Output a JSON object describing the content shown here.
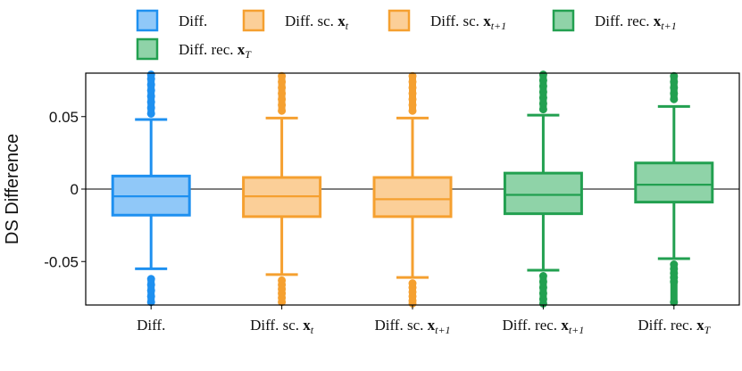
{
  "chart_data": {
    "type": "box",
    "ylabel": "DS Difference",
    "xlabel": "",
    "ylim": [
      -0.08,
      0.08
    ],
    "yticks": [
      0.05,
      0,
      -0.05
    ],
    "ytick_labels": [
      "0.05",
      "0",
      "-0.05"
    ],
    "zero_line": 0,
    "legend_placement": "top",
    "categories": [
      {
        "main": "Diff.",
        "vec": "",
        "sub": ""
      },
      {
        "main": "Diff. sc. ",
        "vec": "x",
        "sub": "t"
      },
      {
        "main": "Diff. sc. ",
        "vec": "x",
        "sub": "t+1"
      },
      {
        "main": "Diff. rec. ",
        "vec": "x",
        "sub": "t+1"
      },
      {
        "main": "Diff. rec. ",
        "vec": "x",
        "sub": "T"
      }
    ],
    "series": [
      {
        "name": "Diff.",
        "color": "#1e90f0",
        "fill": "#90c8f8",
        "whisker_low": -0.055,
        "q1": -0.018,
        "median": -0.005,
        "q3": 0.009,
        "whisker_high": 0.048,
        "outliers_high": [
          0.052,
          0.056,
          0.06,
          0.064,
          0.068,
          0.072,
          0.076,
          0.079
        ],
        "outliers_low": [
          -0.062,
          -0.066,
          -0.07,
          -0.074,
          -0.078
        ]
      },
      {
        "name": "Diff. sc. x_t",
        "color": "#f5a030",
        "fill": "#fbcf98",
        "whisker_low": -0.059,
        "q1": -0.019,
        "median": -0.005,
        "q3": 0.008,
        "whisker_high": 0.049,
        "outliers_high": [
          0.054,
          0.058,
          0.062,
          0.066,
          0.07,
          0.074,
          0.078
        ],
        "outliers_low": [
          -0.063,
          -0.066,
          -0.069,
          -0.072,
          -0.075,
          -0.078
        ]
      },
      {
        "name": "Diff. sc. x_{t+1}",
        "color": "#f5a030",
        "fill": "#fbcf98",
        "whisker_low": -0.061,
        "q1": -0.019,
        "median": -0.007,
        "q3": 0.008,
        "whisker_high": 0.049,
        "outliers_high": [
          0.054,
          0.058,
          0.062,
          0.066,
          0.07,
          0.074,
          0.078
        ],
        "outliers_low": [
          -0.065,
          -0.068,
          -0.071,
          -0.074,
          -0.077,
          -0.079
        ]
      },
      {
        "name": "Diff. rec. x_{t+1}",
        "color": "#22a050",
        "fill": "#8fd3a8",
        "whisker_low": -0.056,
        "q1": -0.017,
        "median": -0.004,
        "q3": 0.011,
        "whisker_high": 0.051,
        "outliers_high": [
          0.055,
          0.059,
          0.063,
          0.067,
          0.071,
          0.075,
          0.079
        ],
        "outliers_low": [
          -0.06,
          -0.064,
          -0.068,
          -0.072,
          -0.076,
          -0.079
        ]
      },
      {
        "name": "Diff. rec. x_T",
        "color": "#22a050",
        "fill": "#8fd3a8",
        "whisker_low": -0.048,
        "q1": -0.009,
        "median": 0.003,
        "q3": 0.018,
        "whisker_high": 0.057,
        "outliers_high": [
          0.062,
          0.066,
          0.07,
          0.074,
          0.078
        ],
        "outliers_low": [
          -0.052,
          -0.055,
          -0.058,
          -0.061,
          -0.064,
          -0.078
        ]
      }
    ],
    "legend": [
      {
        "main": "Diff.",
        "vec": "",
        "sub": "",
        "color": "#1e90f0",
        "fill": "#90c8f8"
      },
      {
        "main": "Diff. sc. ",
        "vec": "x",
        "sub": "t",
        "color": "#f5a030",
        "fill": "#fbcf98"
      },
      {
        "main": "Diff. sc. ",
        "vec": "x",
        "sub": "t+1",
        "color": "#f5a030",
        "fill": "#fbcf98"
      },
      {
        "main": "Diff. rec. ",
        "vec": "x",
        "sub": "t+1",
        "color": "#22a050",
        "fill": "#8fd3a8"
      },
      {
        "main": "Diff. rec. ",
        "vec": "x",
        "sub": "T",
        "color": "#22a050",
        "fill": "#8fd3a8"
      }
    ]
  }
}
